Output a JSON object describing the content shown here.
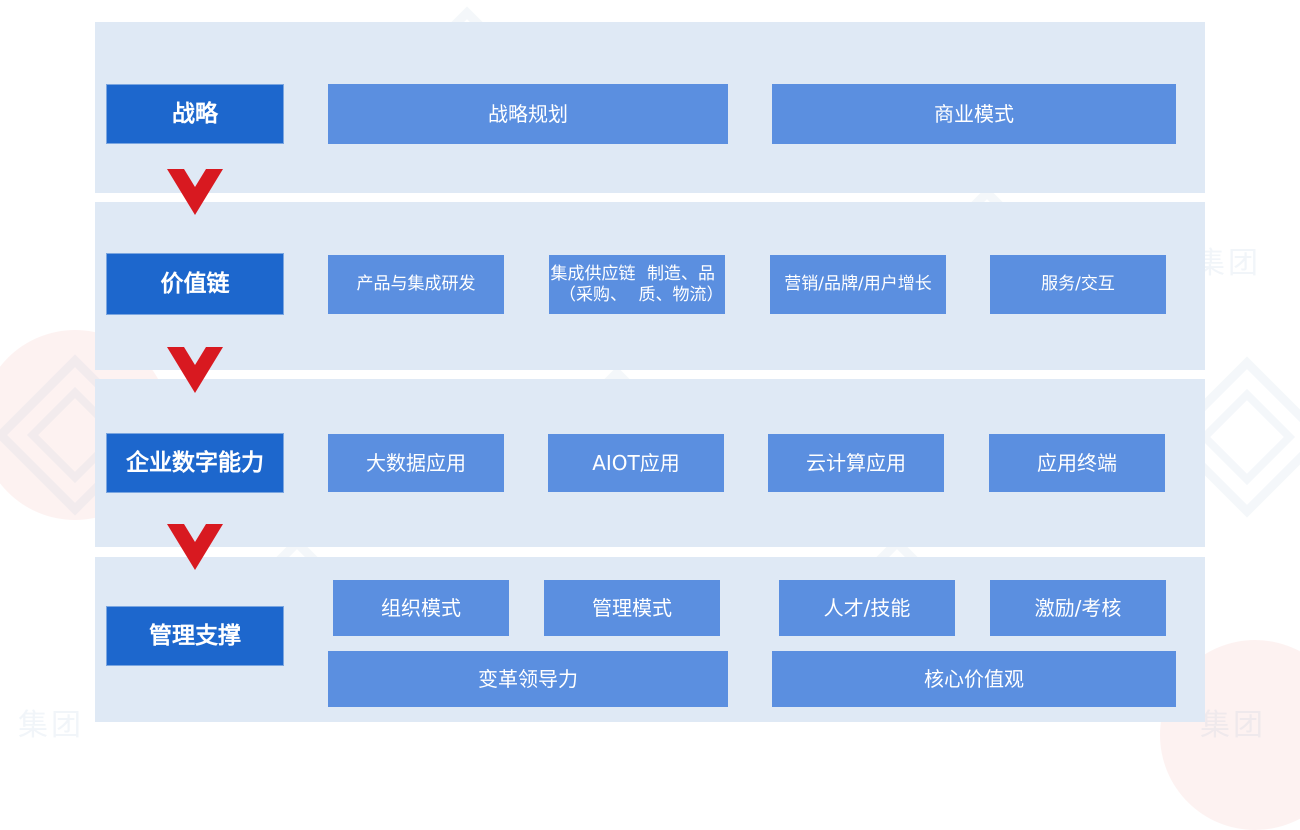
{
  "diagram": {
    "type": "layered-framework",
    "colors": {
      "band_background": "#dfe9f5",
      "page_background": "#ffffff",
      "head_box": "#1d67cd",
      "item_box": "#5b8fe0",
      "arrow": "#d81920",
      "text": "#ffffff"
    },
    "rows": [
      {
        "head": "战略",
        "items": [
          "战略规划",
          "商业模式"
        ]
      },
      {
        "head": "价值链",
        "items": [
          "产品与集成研发",
          "集成供应链（采购、制造、品质、物流）",
          "营销/品牌/用户增长",
          "服务/交互"
        ]
      },
      {
        "head": "企业数字能力",
        "items": [
          "大数据应用",
          "AIOT应用",
          "云计算应用",
          "应用终端"
        ]
      },
      {
        "head": "管理支撑",
        "items": [
          "组织模式",
          "管理模式",
          "人才/技能",
          "激励/考核"
        ],
        "items_wide": [
          "变革领导力",
          "核心价值观"
        ]
      }
    ],
    "connectors": [
      {
        "name": "chevron-down-arrow-1"
      },
      {
        "name": "chevron-down-arrow-2"
      },
      {
        "name": "chevron-down-arrow-3"
      }
    ],
    "item_lines": {
      "r2_b_line1": "集成供应链（采购、",
      "r2_b_line2": "制造、品质、物流）",
      "r2_c_line1": "营销/品牌/",
      "r2_c_line2": "用户增长"
    }
  }
}
